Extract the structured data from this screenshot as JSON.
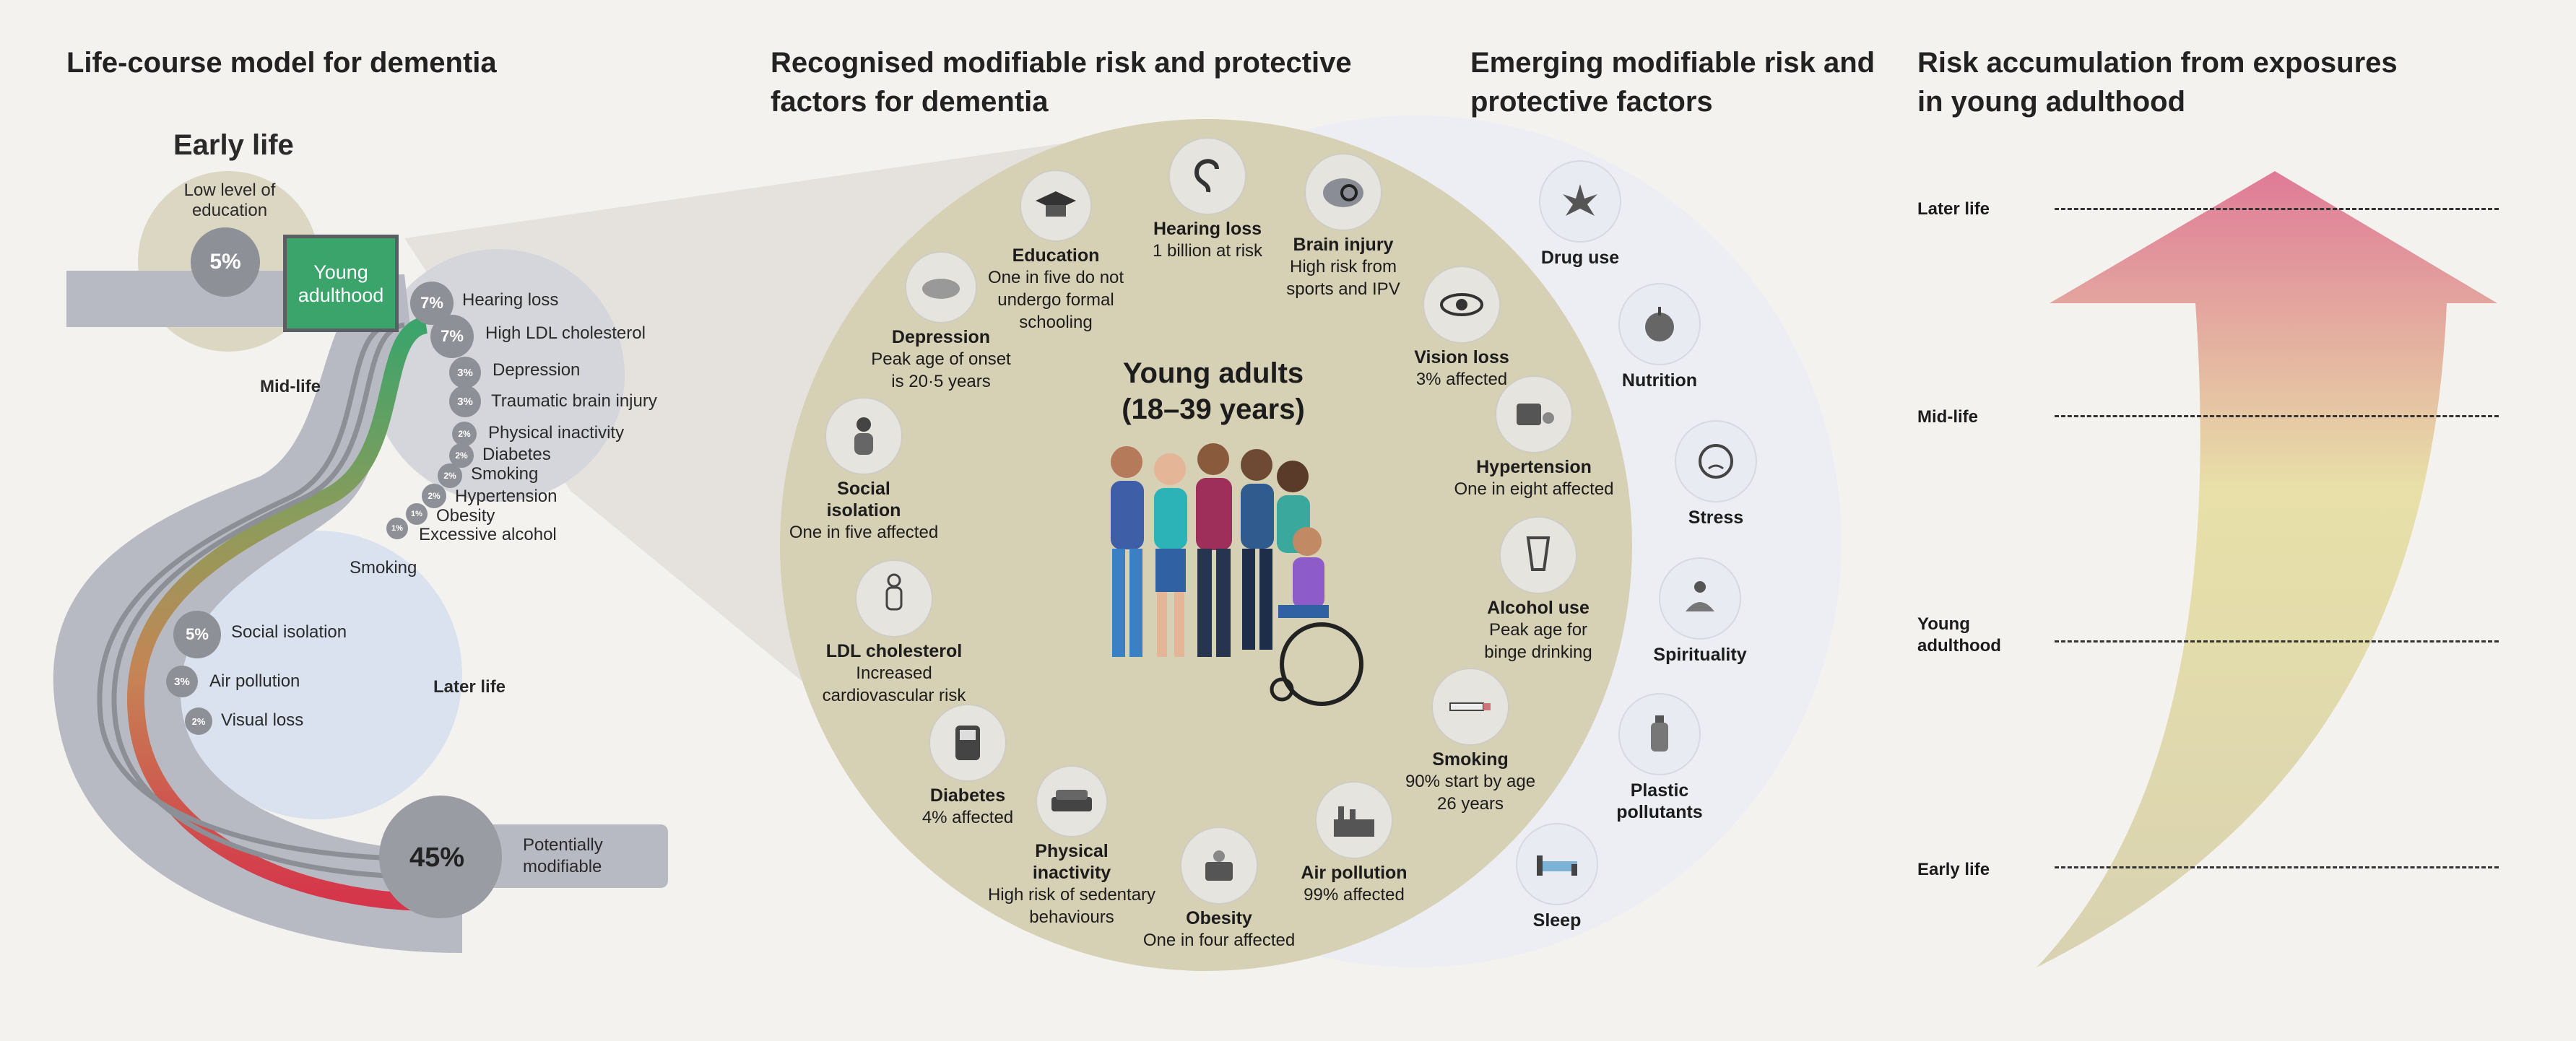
{
  "sections": {
    "life_course": "Life-course model for dementia",
    "recognised": "Recognised modifiable risk and protective\nfactors for dementia",
    "emerging": "Emerging modifiable risk and\nprotective factors",
    "accumulation": "Risk accumulation from exposures\nin young adulthood"
  },
  "life_course": {
    "early_life_title": "Early life",
    "early_factor": "Low level of\neducation",
    "early_pct": "5%",
    "young_adulthood": "Young\nadulthood",
    "mid_life_label": "Mid-life",
    "later_life_label": "Later life",
    "smoking_label": "Smoking",
    "mid_factors": [
      {
        "pct": "7%",
        "label": "Hearing loss"
      },
      {
        "pct": "7%",
        "label": "High LDL cholesterol"
      },
      {
        "pct": "3%",
        "label": "Depression"
      },
      {
        "pct": "3%",
        "label": "Traumatic brain injury"
      },
      {
        "pct": "2%",
        "label": "Physical inactivity"
      },
      {
        "pct": "2%",
        "label": "Diabetes"
      },
      {
        "pct": "2%",
        "label": "Smoking"
      },
      {
        "pct": "2%",
        "label": "Hypertension"
      },
      {
        "pct": "1%",
        "label": "Obesity"
      },
      {
        "pct": "1%",
        "label": "Excessive alcohol"
      }
    ],
    "later_factors": [
      {
        "pct": "5%",
        "label": "Social isolation"
      },
      {
        "pct": "3%",
        "label": "Air pollution"
      },
      {
        "pct": "2%",
        "label": "Visual loss"
      }
    ],
    "total_pct": "45%",
    "total_label": "Potentially\nmodifiable"
  },
  "recognised": {
    "center_title": "Young adults\n(18–39 years)",
    "factors": [
      {
        "name": "Education",
        "desc": "One in five do not\nundergo formal\nschooling",
        "icon": "graduation-cap-icon"
      },
      {
        "name": "Hearing loss",
        "desc": "1 billion at risk",
        "icon": "ear-icon"
      },
      {
        "name": "Brain injury",
        "desc": "High risk from\nsports and IPV",
        "icon": "brain-icon"
      },
      {
        "name": "Depression",
        "desc": "Peak age of onset\nis 20·5 years",
        "icon": "cloud-icon"
      },
      {
        "name": "Vision loss",
        "desc": "3% affected",
        "icon": "eye-icon"
      },
      {
        "name": "Social\nisolation",
        "desc": "One in five affected",
        "icon": "person-alone-icon"
      },
      {
        "name": "Hypertension",
        "desc": "One in eight affected",
        "icon": "blood-pressure-icon"
      },
      {
        "name": "LDL cholesterol",
        "desc": "Increased\ncardiovascular risk",
        "icon": "body-icon"
      },
      {
        "name": "Alcohol use",
        "desc": "Peak age for\nbinge drinking",
        "icon": "glass-icon"
      },
      {
        "name": "Diabetes",
        "desc": "4% affected",
        "icon": "glucose-meter-icon"
      },
      {
        "name": "Smoking",
        "desc": "90% start by age\n26 years",
        "icon": "cigarette-icon"
      },
      {
        "name": "Physical\ninactivity",
        "desc": "High risk of sedentary\nbehaviours",
        "icon": "couch-icon"
      },
      {
        "name": "Obesity",
        "desc": "One in four affected",
        "icon": "scale-icon"
      },
      {
        "name": "Air pollution",
        "desc": "99% affected",
        "icon": "factory-icon"
      }
    ]
  },
  "emerging": [
    {
      "name": "Drug use",
      "icon": "leaf-icon"
    },
    {
      "name": "Nutrition",
      "icon": "apple-icon"
    },
    {
      "name": "Stress",
      "icon": "stress-face-icon"
    },
    {
      "name": "Spirituality",
      "icon": "meditation-icon"
    },
    {
      "name": "Plastic\npollutants",
      "icon": "bottle-icon"
    },
    {
      "name": "Sleep",
      "icon": "bed-icon"
    }
  ],
  "accumulation": {
    "stages": [
      "Later life",
      "Mid-life",
      "Young\nadulthood",
      "Early life"
    ]
  },
  "colors": {
    "beige": "#d6d0b5",
    "grey_band": "#b7bac2",
    "green": "#3aa46b",
    "later_blue": "#d9e2ee",
    "red": "#d6344a",
    "pink": "#e58aa3",
    "yellow": "#e7dea0"
  }
}
